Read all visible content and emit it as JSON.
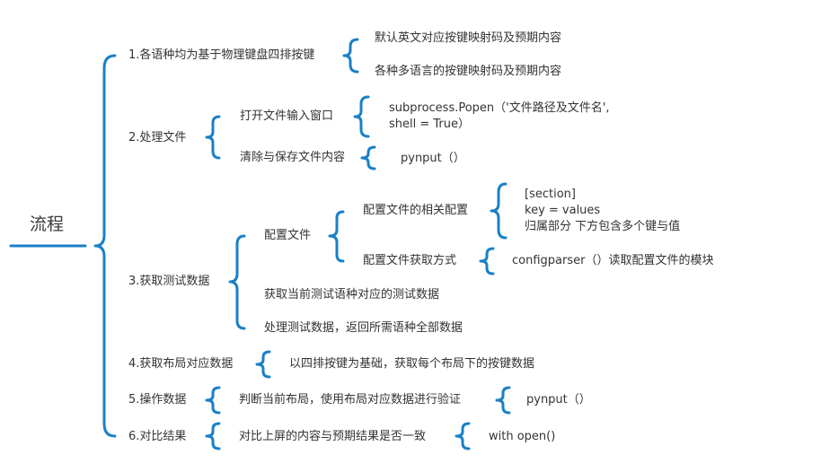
{
  "root": {
    "label": "流程"
  },
  "steps": [
    {
      "label": "1.各语种均为基于物理键盘四排按键",
      "children": [
        {
          "label": "默认英文对应按键映射码及预期内容"
        },
        {
          "label": "各种多语言的按键映射码及预期内容"
        }
      ]
    },
    {
      "label": "2.处理文件",
      "children": [
        {
          "label": "打开文件输入窗口",
          "children": [
            {
              "lines": [
                "subprocess.Popen（'文件路径及文件名',",
                "shell = True）"
              ]
            }
          ]
        },
        {
          "label": "清除与保存文件内容",
          "children": [
            {
              "label": "pynput（）"
            }
          ]
        }
      ]
    },
    {
      "label": "3.获取测试数据",
      "children": [
        {
          "label": "配置文件",
          "children": [
            {
              "label": "配置文件的相关配置",
              "children": [
                {
                  "lines": [
                    "[section]",
                    "key = values",
                    "归属部分 下方包含多个键与值"
                  ]
                }
              ]
            },
            {
              "label": "配置文件获取方式",
              "children": [
                {
                  "label": "configparser（）读取配置文件的模块"
                }
              ]
            }
          ]
        },
        {
          "label": "获取当前测试语种对应的测试数据"
        },
        {
          "label": "处理测试数据，返回所需语种全部数据"
        }
      ]
    },
    {
      "label": "4.获取布局对应数据",
      "children": [
        {
          "label": "以四排按键为基础，获取每个布局下的按键数据"
        }
      ]
    },
    {
      "label": "5.操作数据",
      "children": [
        {
          "label": "判断当前布局，使用布局对应数据进行验证",
          "children": [
            {
              "label": "pynput（）"
            }
          ]
        }
      ]
    },
    {
      "label": "6.对比结果",
      "children": [
        {
          "label": "对比上屏的内容与预期结果是否一致",
          "children": [
            {
              "label": "with open()"
            }
          ]
        }
      ]
    }
  ],
  "colors": {
    "connector": "#1a80c7",
    "text": "#333333"
  }
}
